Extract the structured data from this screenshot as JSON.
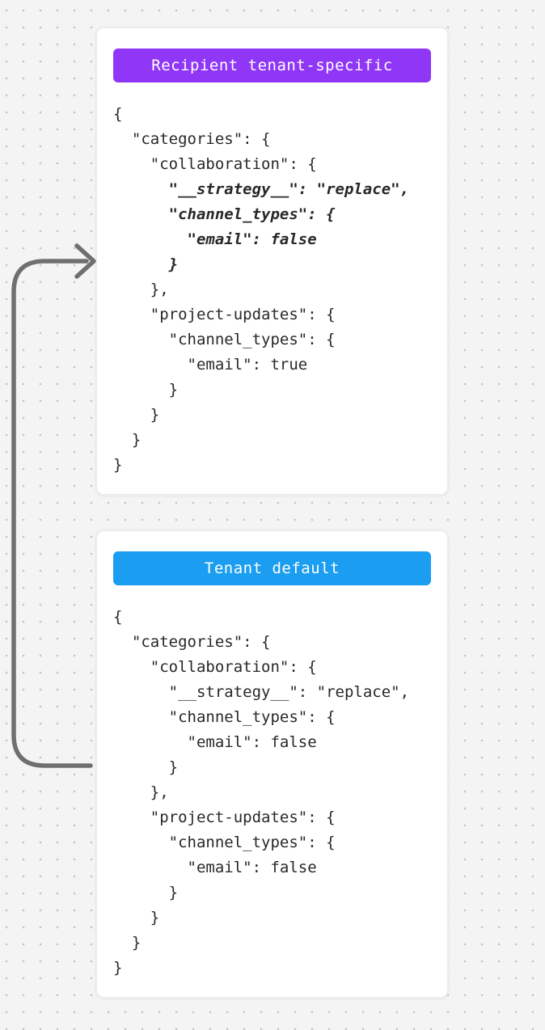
{
  "colors": {
    "background": "#f4f4f5",
    "dot": "#c4c4c9",
    "card_background": "#ffffff",
    "card_border": "#ececef",
    "code_text": "#28282c",
    "badge_text": "#ffffff",
    "arrow": "#6f6f6f"
  },
  "cards": [
    {
      "badge": {
        "label": "Recipient tenant-specific",
        "color": "#8f36f7"
      },
      "code": [
        {
          "text": "{",
          "emph": false
        },
        {
          "text": "  \"categories\": {",
          "emph": false
        },
        {
          "text": "    \"collaboration\": {",
          "emph": false
        },
        {
          "text": "      \"__strategy__\": \"replace\",",
          "emph": true
        },
        {
          "text": "      \"channel_types\": {",
          "emph": true
        },
        {
          "text": "        \"email\": false",
          "emph": true
        },
        {
          "text": "      }",
          "emph": true
        },
        {
          "text": "    },",
          "emph": false
        },
        {
          "text": "    \"project-updates\": {",
          "emph": false
        },
        {
          "text": "      \"channel_types\": {",
          "emph": false
        },
        {
          "text": "        \"email\": true",
          "emph": false
        },
        {
          "text": "      }",
          "emph": false
        },
        {
          "text": "    }",
          "emph": false
        },
        {
          "text": "  }",
          "emph": false
        },
        {
          "text": "}",
          "emph": false
        }
      ]
    },
    {
      "badge": {
        "label": "Tenant default",
        "color": "#1b9df1"
      },
      "code": [
        {
          "text": "{",
          "emph": false
        },
        {
          "text": "  \"categories\": {",
          "emph": false
        },
        {
          "text": "    \"collaboration\": {",
          "emph": false
        },
        {
          "text": "      \"__strategy__\": \"replace\",",
          "emph": false
        },
        {
          "text": "      \"channel_types\": {",
          "emph": false
        },
        {
          "text": "        \"email\": false",
          "emph": false
        },
        {
          "text": "      }",
          "emph": false
        },
        {
          "text": "    },",
          "emph": false
        },
        {
          "text": "    \"project-updates\": {",
          "emph": false
        },
        {
          "text": "      \"channel_types\": {",
          "emph": false
        },
        {
          "text": "        \"email\": false",
          "emph": false
        },
        {
          "text": "      }",
          "emph": false
        },
        {
          "text": "    }",
          "emph": false
        },
        {
          "text": "  }",
          "emph": false
        },
        {
          "text": "}",
          "emph": false
        }
      ]
    }
  ]
}
